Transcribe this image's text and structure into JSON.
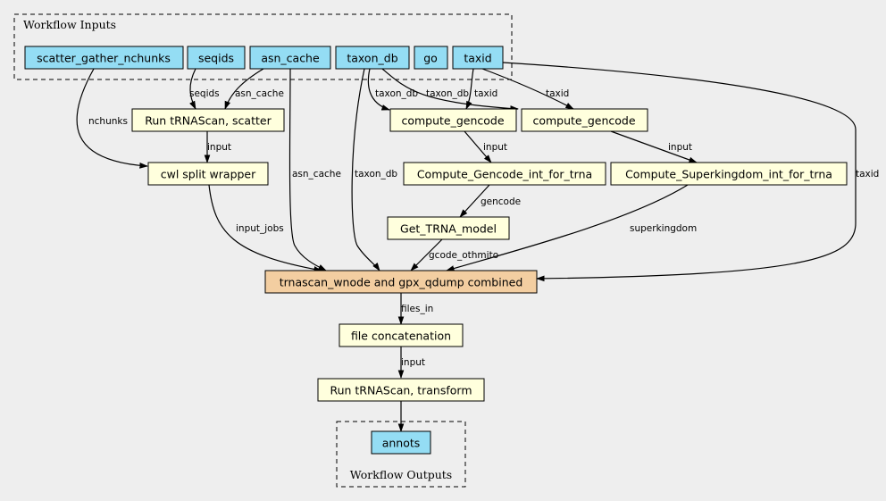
{
  "clusters": {
    "inputs_label": "Workflow Inputs",
    "outputs_label": "Workflow Outputs"
  },
  "colors": {
    "input_node": "#94DDF4",
    "step_node": "#FFFFDD",
    "combined_node": "#F3CEA1",
    "background": "#EEEEEE"
  },
  "nodes": {
    "scatter_gather_nchunks": "scatter_gather_nchunks",
    "seqids": "seqids",
    "asn_cache": "asn_cache",
    "taxon_db": "taxon_db",
    "go": "go",
    "taxid": "taxid",
    "run_trnascan_scatter": "Run tRNAScan, scatter",
    "cwl_split_wrapper": "cwl split wrapper",
    "compute_gencode_1": "compute_gencode",
    "compute_gencode_2": "compute_gencode",
    "compute_gencode_int_for_trna": "Compute_Gencode_int_for_trna",
    "compute_superkingdom_int_for_trna": "Compute_Superkingdom_int_for_trna",
    "get_trna_model": "Get_TRNA_model",
    "trnascan_combined": "trnascan_wnode and gpx_qdump combined",
    "file_concatenation": "file concatenation",
    "run_trnascan_transform": "Run tRNAScan, transform",
    "annots": "annots"
  },
  "edge_labels": {
    "nchunks": "nchunks",
    "seqids": "seqids",
    "asn_cache_scatter": "asn_cache",
    "asn_cache_combined": "asn_cache",
    "taxon_db_combined": "taxon_db",
    "taxon_db_gencode1": "taxon_db",
    "taxon_db_gencode2": "taxon_db",
    "taxid_gencode1": "taxid",
    "taxid_gencode2": "taxid",
    "taxid_combined": "taxid",
    "input_split": "input",
    "input_gencode_int": "input",
    "input_superkingdom": "input",
    "input_jobs": "input_jobs",
    "gencode": "gencode",
    "superkingdom": "superkingdom",
    "gcode_othmito": "gcode_othmito",
    "files_in": "files_in",
    "input_transform": "input"
  }
}
